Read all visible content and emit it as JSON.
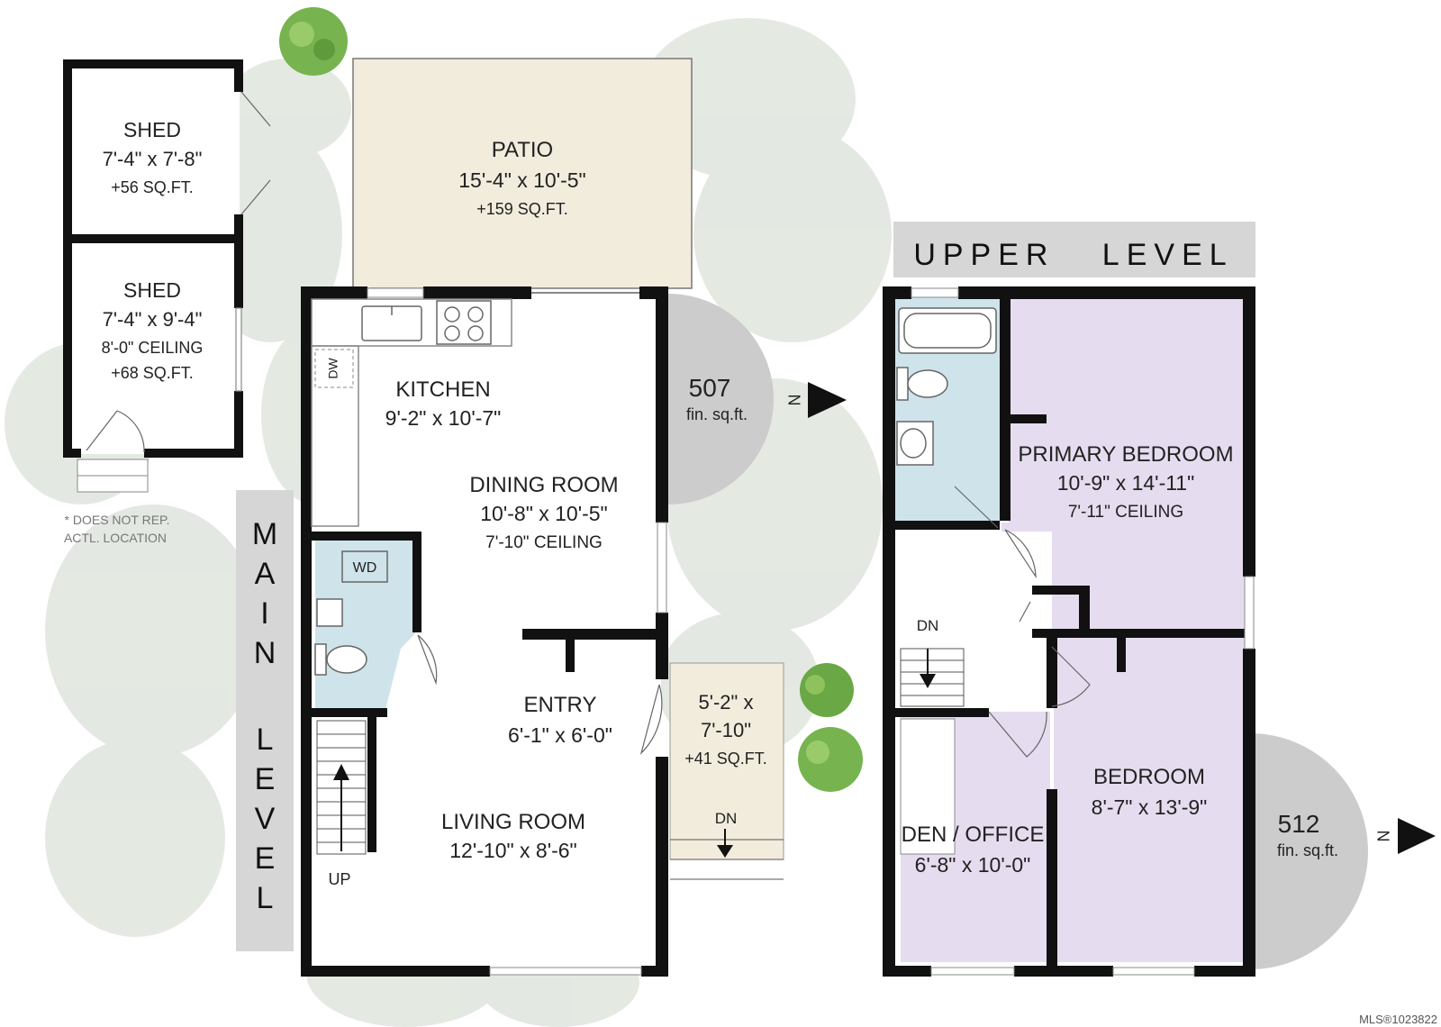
{
  "levels": {
    "main": {
      "label_letters": [
        "M",
        "A",
        "I",
        "N",
        "L",
        "E",
        "V",
        "E",
        "L"
      ],
      "area": "507",
      "area_unit": "fin. sq.ft.",
      "north": "N"
    },
    "upper": {
      "label": "UPPER   LEVEL",
      "area": "512",
      "area_unit": "fin. sq.ft.",
      "north": "N"
    }
  },
  "rooms": {
    "shed1": {
      "name": "SHED",
      "dims": "7'-4\" x 7'-8\"",
      "area": "+56 SQ.FT."
    },
    "shed2": {
      "name": "SHED",
      "dims": "7'-4\" x 9'-4\"",
      "ceiling": "8'-0\" CEILING",
      "area": "+68 SQ.FT."
    },
    "patio": {
      "name": "PATIO",
      "dims": "15'-4\" x 10'-5\"",
      "area": "+159 SQ.FT."
    },
    "kitchen": {
      "name": "KITCHEN",
      "dims": "9'-2\" x 10'-7\""
    },
    "dining": {
      "name": "DINING ROOM",
      "dims": "10'-8\" x 10'-5\"",
      "ceiling": "7'-10\" CEILING"
    },
    "entry": {
      "name": "ENTRY",
      "dims": "6'-1\" x 6'-0\""
    },
    "living": {
      "name": "LIVING ROOM",
      "dims": "12'-10\" x 8'-6\""
    },
    "porch": {
      "dims_line1": "5'-2\" x",
      "dims_line2": "7'-10\"",
      "area": "+41 SQ.FT."
    },
    "primary": {
      "name": "PRIMARY BEDROOM",
      "dims": "10'-9\" x 14'-11\"",
      "ceiling": "7'-11\" CEILING"
    },
    "bedroom": {
      "name": "BEDROOM",
      "dims": "8'-7\" x 13'-9\""
    },
    "den": {
      "name": "DEN / OFFICE",
      "dims": "6'-8\" x 10'-0\""
    }
  },
  "fixtures": {
    "dishwasher": "DW",
    "washer_dryer": "WD",
    "stairs_up": "UP",
    "stairs_down": "DN"
  },
  "notes": {
    "shed_location_line1": "* DOES NOT REP.",
    "shed_location_line2": "ACTL. LOCATION",
    "mls": "MLS®1023822"
  },
  "colors": {
    "wall": "#111111",
    "patio": "#f1ecdc",
    "wet": "#cfe3ea",
    "bedroom": "#e6dcef",
    "foliage": "#dfe6dd",
    "label_bar": "#d6d6d6",
    "compass": "#cccccc"
  }
}
